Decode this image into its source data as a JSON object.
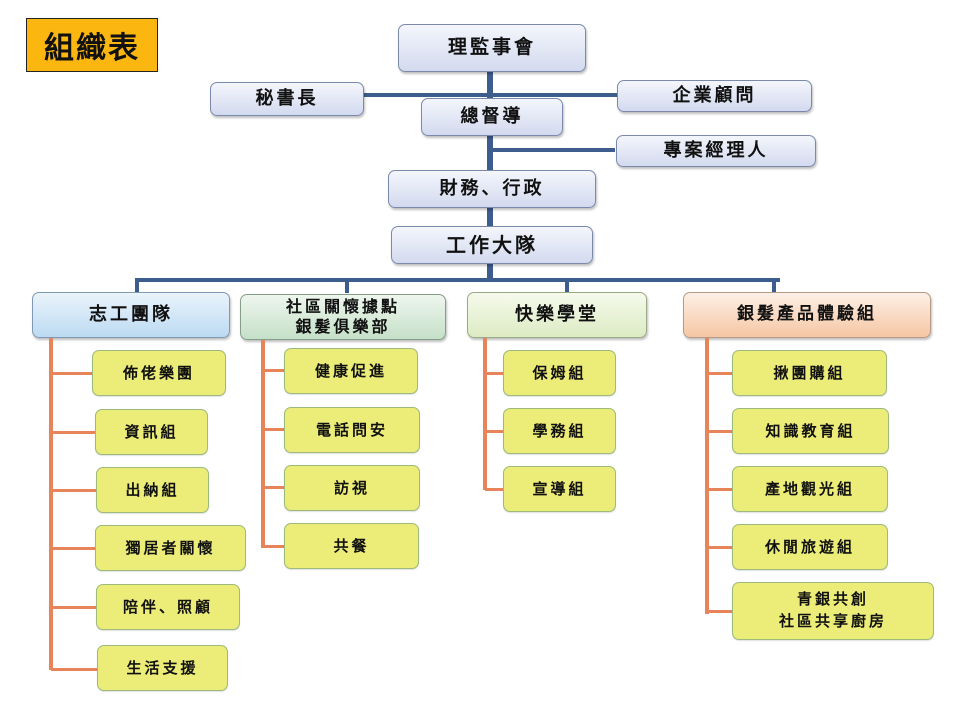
{
  "title": "組織表",
  "top_chain": [
    {
      "id": "board",
      "label": "理監事會"
    },
    {
      "id": "supervisor",
      "label": "總督導"
    },
    {
      "id": "finance",
      "label": "財務、行政"
    },
    {
      "id": "workforce",
      "label": "工作大隊"
    }
  ],
  "side_nodes": {
    "secretary": "秘書長",
    "consultant": "企業顧問",
    "project_manager": "專案經理人"
  },
  "teams": [
    {
      "label": "志工團隊",
      "items": [
        "佈佬樂團",
        "資訊組",
        "出納組",
        "獨居者關懷",
        "陪伴、照顧",
        "生活支援"
      ]
    },
    {
      "label": "社區關懷據點\n銀髮俱樂部",
      "label_line1": "社區關懷據點",
      "label_line2": "銀髮俱樂部",
      "items": [
        "健康促進",
        "電話問安",
        "訪視",
        "共餐"
      ]
    },
    {
      "label": "快樂學堂",
      "items": [
        "保姆組",
        "學務組",
        "宣導組"
      ]
    },
    {
      "label": "銀髮產品體驗組",
      "items": [
        "揪團購組",
        "知識教育組",
        "產地觀光組",
        "休閒旅遊組",
        "青銀共創\n社區共享廚房"
      ],
      "last_item_line1": "青銀共創",
      "last_item_line2": "社區共享廚房"
    }
  ],
  "colors": {
    "title_bg": "#fbb710",
    "main_line": "#3c5d8e",
    "branch_line": "#e8845a",
    "leaf_bg": "#ecec78"
  }
}
